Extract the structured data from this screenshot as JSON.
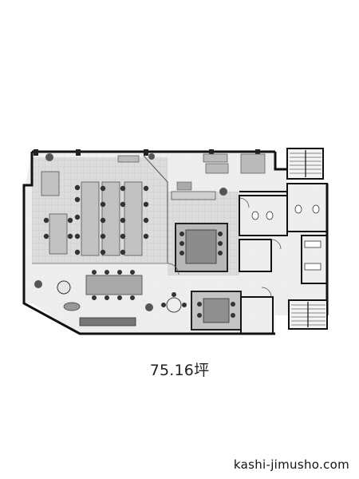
{
  "floor_area_label": "75.16坪",
  "website": "kashi-jimusho.com",
  "colors": {
    "wall": "#111111",
    "floor": "#ececec",
    "tile_floor": "#d9d9d9",
    "desk": "#bdbdbd",
    "chair": "#3a3a3a",
    "meeting_floor": "#bbbbbb",
    "plant": "#555555"
  },
  "plan_elements": {
    "workstation_desk_icon": "desk",
    "chair_icon": "chair",
    "plant_icon": "plant",
    "toilet_icon": "toilet",
    "stair_icon": "stairs",
    "door_icon": "door-arc"
  }
}
